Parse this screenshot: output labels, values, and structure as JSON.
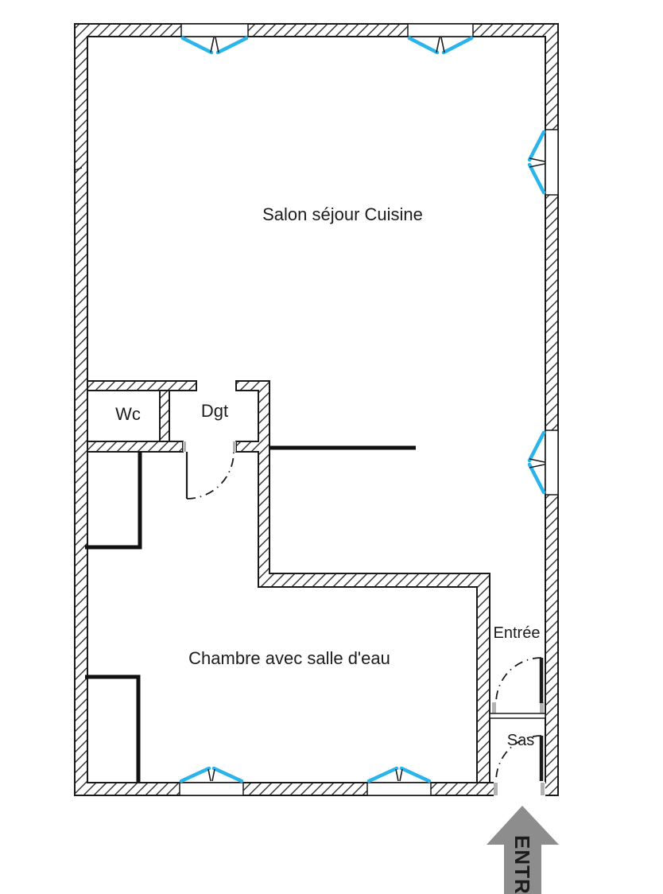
{
  "rooms": {
    "salon": "Salon séjour Cuisine",
    "wc": "Wc",
    "dgt": "Dgt",
    "chambre": "Chambre avec salle d'eau",
    "entree": "Entrée",
    "sas": "Sas"
  },
  "entrance_arrow": {
    "label": "ENTREE"
  },
  "symbols": {
    "window": "casement-window",
    "door": "door-swing-arc"
  },
  "colors": {
    "window_accent": "#29b4ec",
    "wall_line": "#1a1a1a",
    "door_jamb": "#b3b3b3",
    "arrow_fill": "#8d8d8d",
    "arrow_text": "#ffffff",
    "background": "#ffffff"
  }
}
